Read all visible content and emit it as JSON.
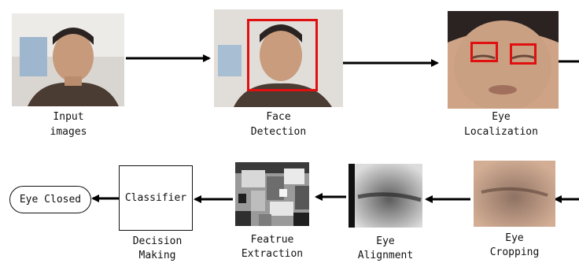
{
  "stages": {
    "input": {
      "label_line1": "Input",
      "label_line2": "images"
    },
    "face": {
      "label_line1": "Face",
      "label_line2": "Detection"
    },
    "eye_loc": {
      "label_line1": "Eye",
      "label_line2": "Localization"
    },
    "eye_crop": {
      "label_line1": "Eye",
      "label_line2": "Cropping"
    },
    "eye_align": {
      "label_line1": "Eye",
      "label_line2": "Alignment"
    },
    "feature": {
      "label_line1": "Featrue",
      "label_line2": "Extraction"
    },
    "decision": {
      "label_line1": "Decision",
      "label_line2": "Making",
      "box_text": "Classifier"
    },
    "output": {
      "text": "Eye Closed"
    }
  },
  "colors": {
    "detection_box": "#e01010",
    "arrow": "#000000"
  }
}
